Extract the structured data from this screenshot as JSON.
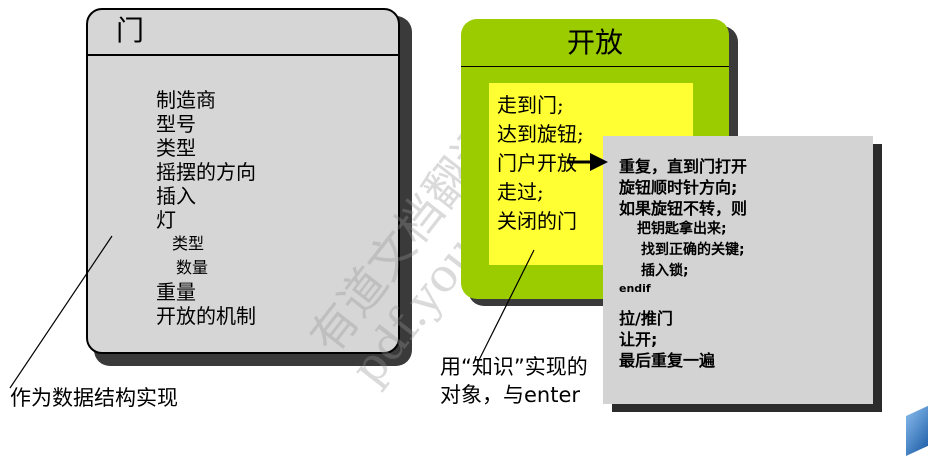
{
  "door": {
    "title": "门",
    "attributes": [
      "制造商",
      "型号",
      "类型",
      "摇摆的方向",
      "插入",
      "灯"
    ],
    "sub_attributes": [
      "类型",
      "数量"
    ],
    "attributes_after": [
      "重量",
      "开放的机制"
    ]
  },
  "open": {
    "title": "开放",
    "steps": [
      "走到门;",
      "达到旋钮;",
      "门户开放",
      "走过;",
      "关闭的门"
    ]
  },
  "code": {
    "line1": "重复，直到门打开",
    "line2": "旋钮顺时针方向;",
    "line3": "如果旋钮不转，则",
    "line4": "把钥匙拿出来;",
    "line5": "找到正确的关键;",
    "line6": "插入锁;",
    "line7": "endif",
    "line8": "拉/推门",
    "line9": "让开;",
    "line10": "最后重复一遍"
  },
  "captions": {
    "left": "作为数据结构实现",
    "right_line1": "用“知识”实现的",
    "right_line2": "对象，与enter"
  },
  "watermark": {
    "line1": "有道文档翻译",
    "line2": "pdf.youdao.com"
  },
  "colors": {
    "door_fill": "#d6d6d6",
    "open_fill": "#9bcc00",
    "steps_fill": "#ffff33",
    "code_fill": "#d3d3d3"
  }
}
